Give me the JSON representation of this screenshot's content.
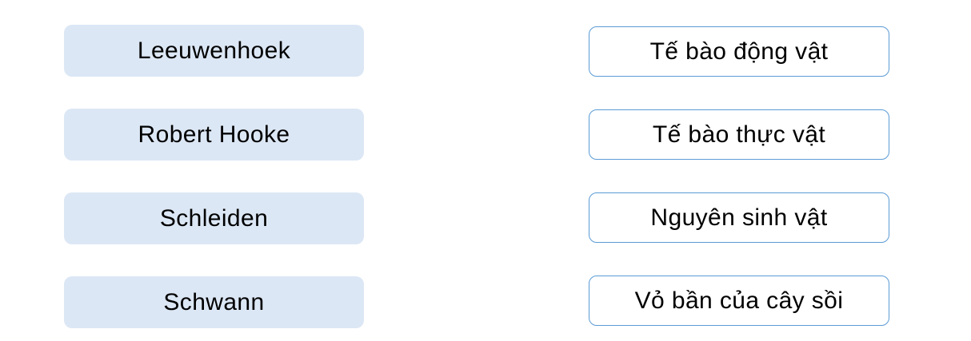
{
  "matching": {
    "left_items": [
      {
        "label": "Leeuwenhoek"
      },
      {
        "label": "Robert Hooke"
      },
      {
        "label": "Schleiden"
      },
      {
        "label": "Schwann"
      }
    ],
    "right_items": [
      {
        "label": "Tế bào động vật"
      },
      {
        "label": "Tế bào thực vật"
      },
      {
        "label": "Nguyên sinh vật"
      },
      {
        "label": "Vỏ bần của cây sồi"
      }
    ],
    "colors": {
      "left_box_fill": "#dce7f5",
      "right_box_border": "#5b9bd5",
      "right_box_fill": "#ffffff",
      "text": "#000000",
      "background": "#ffffff"
    }
  }
}
